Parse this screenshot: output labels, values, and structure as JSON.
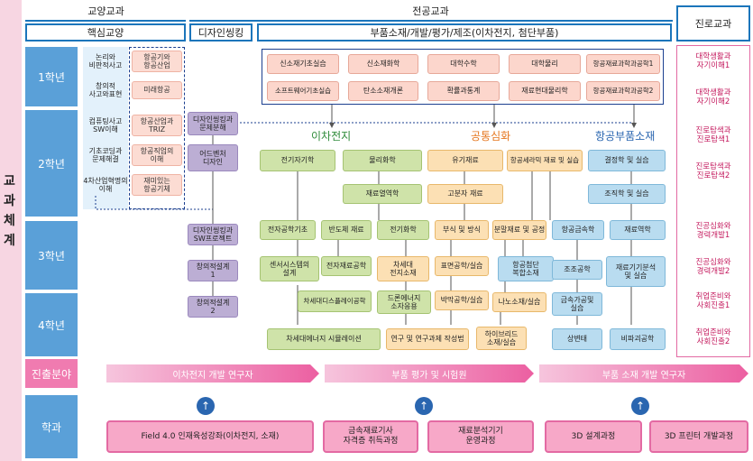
{
  "left_title": "교과체계",
  "headers": {
    "liberal": "교양교과",
    "major": "전공교과",
    "career": "진로교과"
  },
  "subheaders": {
    "core": "핵심교양",
    "design": "디자인씽킹",
    "parts": "부품소재/개발/평가/제조(이차전지, 첨단부품)"
  },
  "years": [
    "1학년",
    "2학년",
    "3학년",
    "4학년"
  ],
  "career_label": "진출분야",
  "dept_label": "학과",
  "core": {
    "y1a": [
      "논리와\n비판적사고",
      "창의적\n사고와표현"
    ],
    "y1b": [
      "항공기와\n항공산업",
      "미래항공"
    ],
    "y2a": [
      "컴퓨팅사고\nSW이해",
      "기초코딩과\n문제해결",
      "4차산업혁명의\n이해"
    ],
    "y2b": [
      "항공산업과\nTRIZ",
      "항공직업의\n이해",
      "재미있는\n항공기체"
    ]
  },
  "design": [
    "디자인씽킹과\n문제분해",
    "어드벤처\n디자인",
    "디자인씽킹과\nSW프로젝트",
    "창의적설계\n1",
    "창의적설계\n2"
  ],
  "y1_courses": [
    "신소재기초실습",
    "신소재화학",
    "대학수학",
    "대학물리",
    "항공재료과학과공학1",
    "소프트웨어기초실습",
    "탄소소재개론",
    "확률과통계",
    "재료현대물리학",
    "항공재료과학과공학2"
  ],
  "tracks": {
    "battery": "이차전지",
    "common": "공통심화",
    "aero": "항공부품소재"
  },
  "battery": [
    "전기자기학",
    "물리화학",
    "재료열역학",
    "전자공학기초",
    "반도체 재료",
    "전기화학",
    "센서시스템의\n설계",
    "전자재료공학",
    "차세대디스플레이공학",
    "드론에너지\n소자응용",
    "차세대에너지 시뮬레이션"
  ],
  "common": [
    "유기재료",
    "고분자 재료",
    "부식 및 방식",
    "차세대\n전지소재",
    "표면공학/실습",
    "박막공학/실습",
    "연구 및 연구과제 작성법"
  ],
  "aero": [
    "항공세라믹 재료 및 실습",
    "결정학 및 실습",
    "조직학 및 실습",
    "분말재료 및 공정",
    "항공금속학",
    "재료역학",
    "항공첨단\n복합소재",
    "조조공학",
    "재료기기분석\n및 실습",
    "나노소재/실습",
    "금속가공및\n실습",
    "하이브리드\n소재/실습",
    "상변태",
    "비파괴공학"
  ],
  "career": [
    "대학생활과\n자기이해1",
    "대학생활과\n자기이해2",
    "진로탐색과\n진로탐색1",
    "진로탐색과\n진로탐색2",
    "진공심화와\n경력개발1",
    "진공심화와\n경력개발2",
    "취업준비와\n사회진출1",
    "취업준비와\n사회진출2"
  ],
  "fields": [
    "이차전지 개발 연구자",
    "부품 평가 및 시험원",
    "부품 소재 개발 연구자"
  ],
  "programs": [
    "Field 4.0 인재육성강좌(이차전지, 소재)",
    "금속재료기사\n자격증 취득과정",
    "재료분석기기\n운영과정",
    "3D 설계과정",
    "3D 프린터 개발과정"
  ],
  "colors": {
    "header_blue": "#1b75bb",
    "year_blue": "#5aa0d8",
    "pink_arrow": "#ec5fa1",
    "battery_track": "#2f8b3a",
    "common_track": "#e5761e",
    "aero_track": "#2a66b0"
  }
}
